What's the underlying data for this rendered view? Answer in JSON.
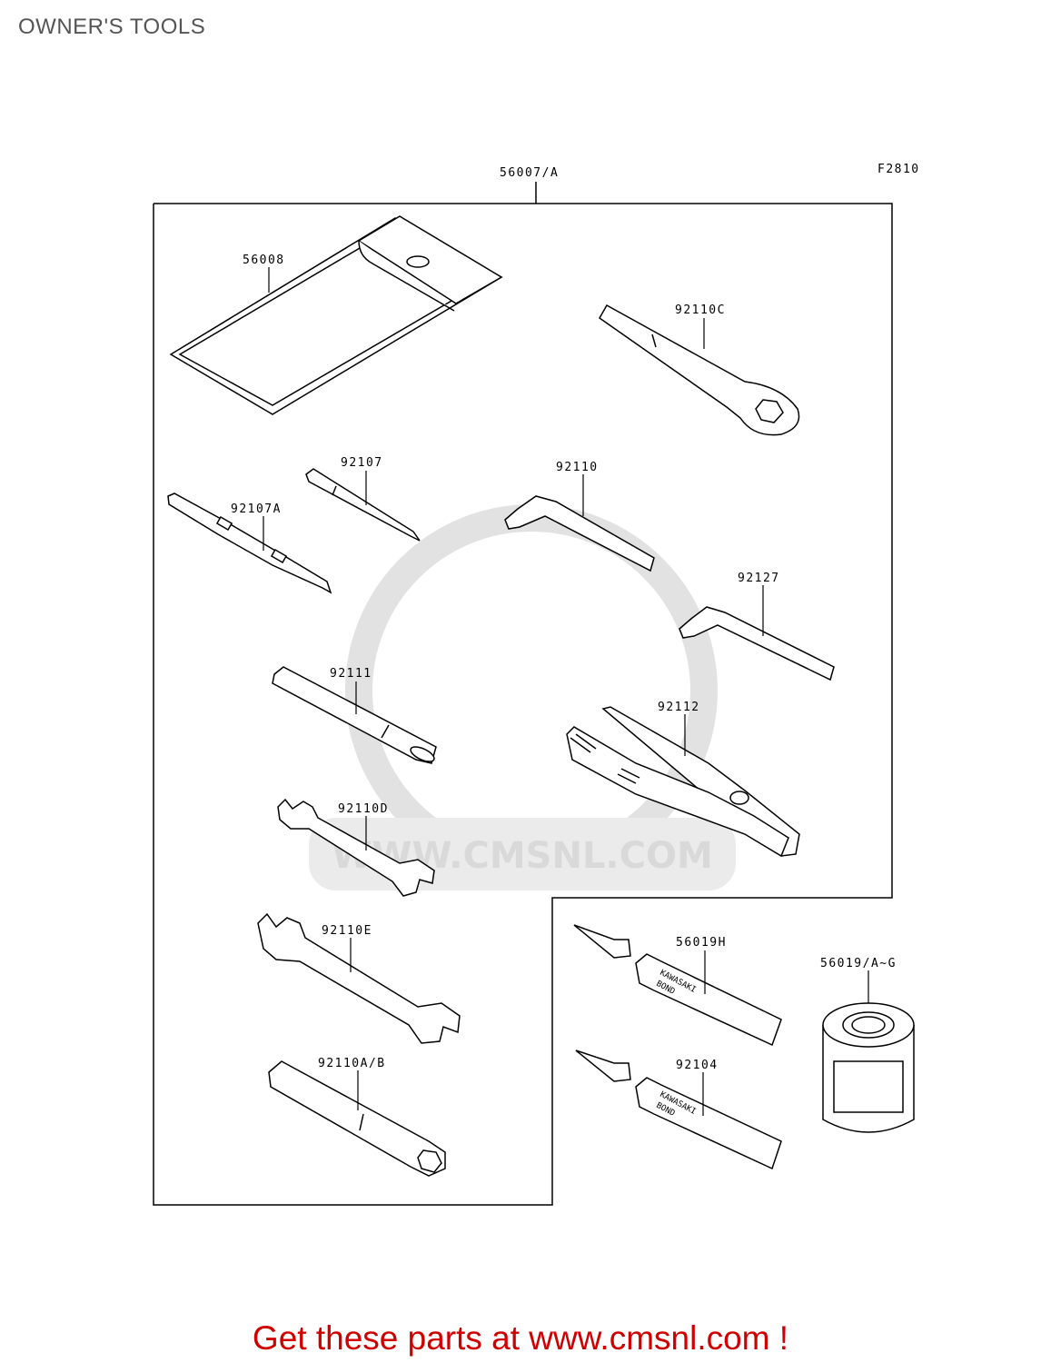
{
  "page": {
    "title": "OWNER'S TOOLS",
    "figure_code": "F2810",
    "footer": "Get these parts at www.cmsnl.com !",
    "watermark": "WWW.CMSNL.COM"
  },
  "diagram": {
    "kit_label": "56007/A",
    "parts": {
      "bag": "56008",
      "ring_spanner": "92110C",
      "screwdriver_grip": "92107",
      "screwdriver": "92107A",
      "hex_key_large": "92110",
      "hex_key_small": "92127",
      "handle_bar": "92111",
      "pliers": "92112",
      "wrench_small": "92110D",
      "wrench_large": "92110E",
      "box_wrench": "92110A/B",
      "bond_tube_a": "56019H",
      "bond_tube_b": "92104",
      "bond_can": "56019/A~G"
    },
    "tube_print": [
      "KAWASAKI",
      "BOND"
    ]
  },
  "colors": {
    "line": "#000000",
    "footer": "#d00000",
    "watermark": "#d9d9d9"
  }
}
